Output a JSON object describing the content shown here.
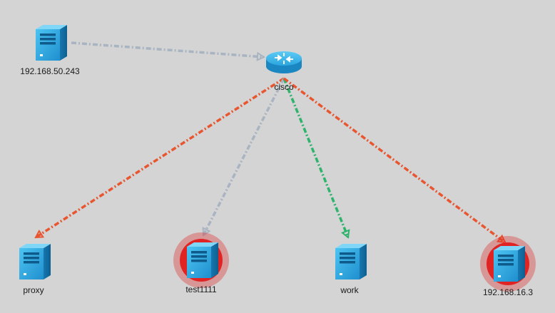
{
  "topology": {
    "nodes": [
      {
        "id": "n243",
        "label": "192.168.50.243",
        "type": "server",
        "alert": false
      },
      {
        "id": "cisco",
        "label": "cisco",
        "type": "router",
        "alert": false
      },
      {
        "id": "proxy",
        "label": "proxy",
        "type": "server",
        "alert": false
      },
      {
        "id": "test1111",
        "label": "test1111",
        "type": "server",
        "alert": true
      },
      {
        "id": "work",
        "label": "work",
        "type": "server",
        "alert": false
      },
      {
        "id": "n163",
        "label": "192.168.16.3",
        "type": "server",
        "alert": true
      }
    ],
    "links": [
      {
        "from": "n243",
        "to": "cisco",
        "status": "unknown"
      },
      {
        "from": "cisco",
        "to": "proxy",
        "status": "down"
      },
      {
        "from": "cisco",
        "to": "test1111",
        "status": "unknown"
      },
      {
        "from": "cisco",
        "to": "work",
        "status": "up"
      },
      {
        "from": "cisco",
        "to": "n163",
        "status": "down"
      }
    ],
    "colors": {
      "background": "#d4d4d4",
      "link_up": "#2db36b",
      "link_down": "#e8552f",
      "link_unknown": "#a9b4c2",
      "alert_ring": "#e02424",
      "device_blue": "#29a8e0"
    }
  }
}
